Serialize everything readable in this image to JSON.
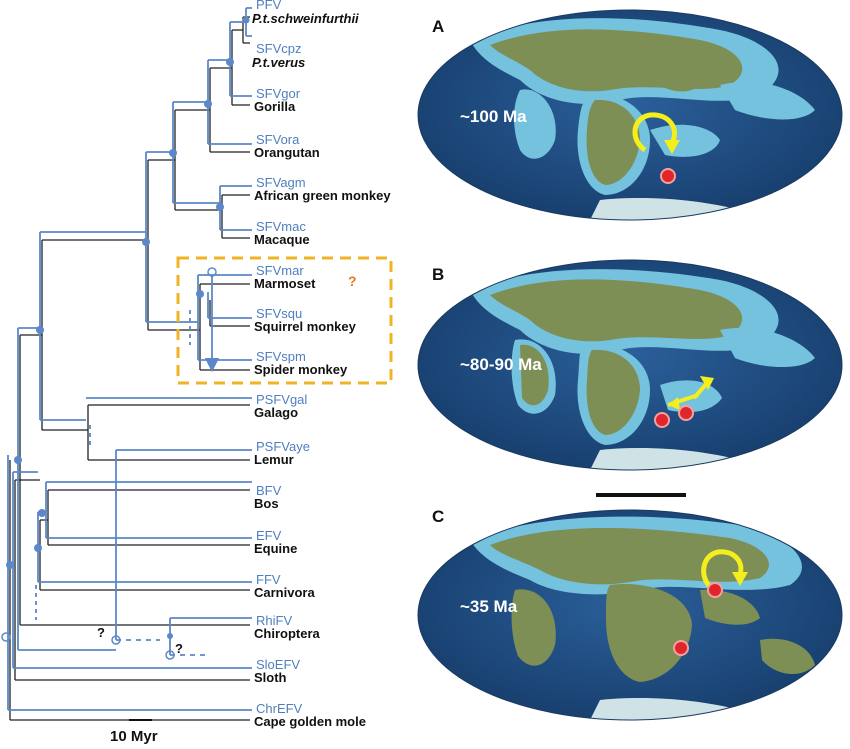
{
  "tree": {
    "tips": [
      {
        "virus": "PFV",
        "host": "P.t.schweinfurthii",
        "italic": true
      },
      {
        "virus": "SFVcpz",
        "host": "P.t.verus",
        "italic": true
      },
      {
        "virus": "SFVgor",
        "host": "Gorilla"
      },
      {
        "virus": "SFVora",
        "host": "Orangutan"
      },
      {
        "virus": "SFVagm",
        "host": "African  green monkey"
      },
      {
        "virus": "SFVmac",
        "host": "Macaque"
      },
      {
        "virus": "SFVmar",
        "host": "Marmoset"
      },
      {
        "virus": "SFVsqu",
        "host": "Squirrel monkey"
      },
      {
        "virus": "SFVspm",
        "host": "Spider monkey"
      },
      {
        "virus": "PSFVgal",
        "host": "Galago"
      },
      {
        "virus": "PSFVaye",
        "host": "Lemur"
      },
      {
        "virus": "BFV",
        "host": "Bos"
      },
      {
        "virus": "EFV",
        "host": "Equine"
      },
      {
        "virus": "FFV",
        "host": "Carnivora"
      },
      {
        "virus": "RhiFV",
        "host": "Chiroptera"
      },
      {
        "virus": "SloEFV",
        "host": "Sloth"
      },
      {
        "virus": "ChrEFV",
        "host": "Cape golden mole"
      }
    ],
    "question_marks": [
      "?",
      "?",
      "?"
    ],
    "scale_label": "10 Myr"
  },
  "maps": [
    {
      "letter": "A",
      "age": "~100 Ma"
    },
    {
      "letter": "B",
      "age": "~80-90 Ma"
    },
    {
      "letter": "C",
      "age": "~35 Ma"
    }
  ],
  "colors": {
    "virus": "#4f7fbf",
    "host": "#111111",
    "highlight_box": "#f0b323",
    "ocean": "#1f4f86",
    "shelf": "#74c2de",
    "land": "#7d8f55",
    "arrow": "#f5ee1d",
    "marker": "#e0262b"
  }
}
